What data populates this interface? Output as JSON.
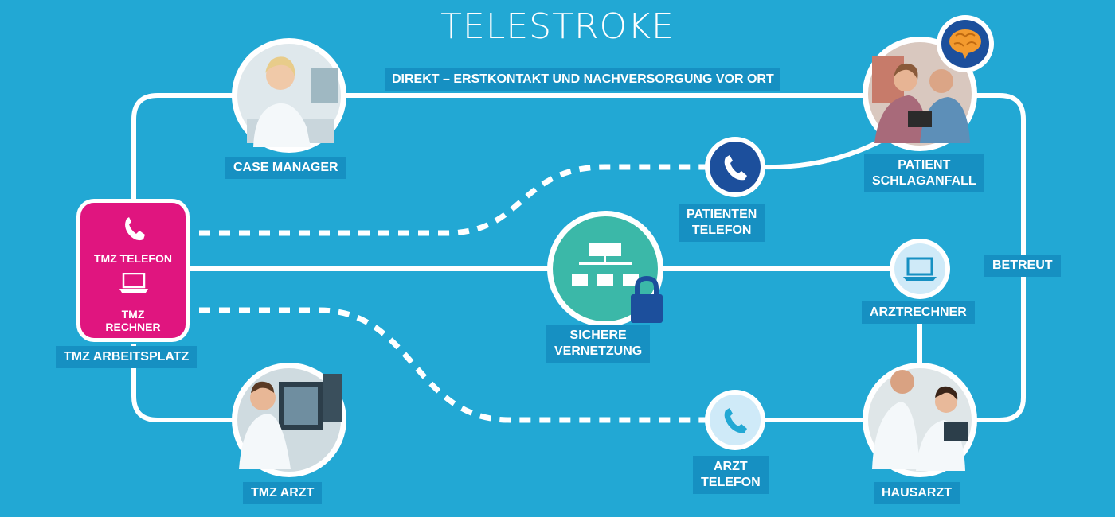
{
  "title": "TELESTROKE",
  "top_link_label": "DIREKT – ERSTKONTAKT UND NACHVERSORGUNG VOR ORT",
  "side_link_label": "BETREUT",
  "nodes": {
    "case_manager": "CASE MANAGER",
    "patient": [
      "PATIENT",
      "SCHLAGANFALL"
    ],
    "patienten_telefon": [
      "PATIENTEN",
      "TELEFON"
    ],
    "sichere_vernetzung": [
      "SICHERE",
      "VERNETZUNG"
    ],
    "arztrechner": "ARZTRECHNER",
    "tmz_arbeitsplatz": "TMZ ARBEITSPLATZ",
    "tmz_telefon": "TMZ TELEFON",
    "tmz_rechner": [
      "TMZ",
      "RECHNER"
    ],
    "tmz_arzt": "TMZ ARZT",
    "arzt_telefon": [
      "ARZT",
      "TELEFON"
    ],
    "hausarzt": "HAUSARZT"
  },
  "icons": {
    "phone": "phone-icon",
    "laptop": "laptop-icon",
    "network": "network-hierarchy-icon",
    "lock": "lock-icon",
    "brain": "brain-icon"
  },
  "colors": {
    "background": "#22a8d4",
    "label_bg": "#1690c2",
    "tmz_box": "#e0157f",
    "network_circle": "#3bb8a8",
    "phone_dark": "#1c4f9c",
    "laptop_light": "#cfeaf8",
    "line": "#ffffff"
  }
}
